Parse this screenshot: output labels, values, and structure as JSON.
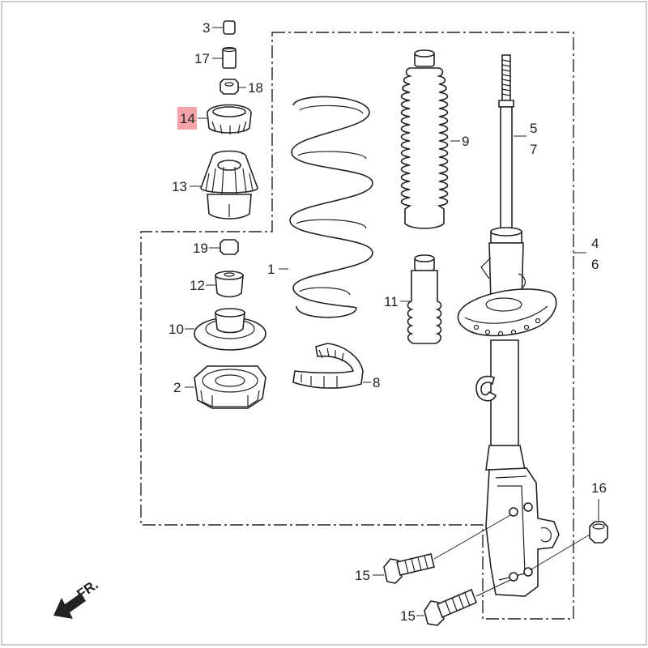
{
  "diagram": {
    "callouts": [
      {
        "id": "3",
        "label": "3"
      },
      {
        "id": "17",
        "label": "17"
      },
      {
        "id": "18",
        "label": "18"
      },
      {
        "id": "14",
        "label": "14",
        "highlighted": true
      },
      {
        "id": "13",
        "label": "13"
      },
      {
        "id": "19",
        "label": "19"
      },
      {
        "id": "12",
        "label": "12"
      },
      {
        "id": "10",
        "label": "10"
      },
      {
        "id": "2",
        "label": "2"
      },
      {
        "id": "1",
        "label": "1"
      },
      {
        "id": "9",
        "label": "9"
      },
      {
        "id": "11",
        "label": "11"
      },
      {
        "id": "8",
        "label": "8"
      },
      {
        "id": "5",
        "label": "5"
      },
      {
        "id": "7",
        "label": "7"
      },
      {
        "id": "4",
        "label": "4"
      },
      {
        "id": "6",
        "label": "6"
      },
      {
        "id": "16",
        "label": "16"
      },
      {
        "id": "15a",
        "label": "15"
      },
      {
        "id": "15b",
        "label": "15"
      }
    ],
    "direction_label": "FR.",
    "highlight_color": "#f5a3a8"
  }
}
